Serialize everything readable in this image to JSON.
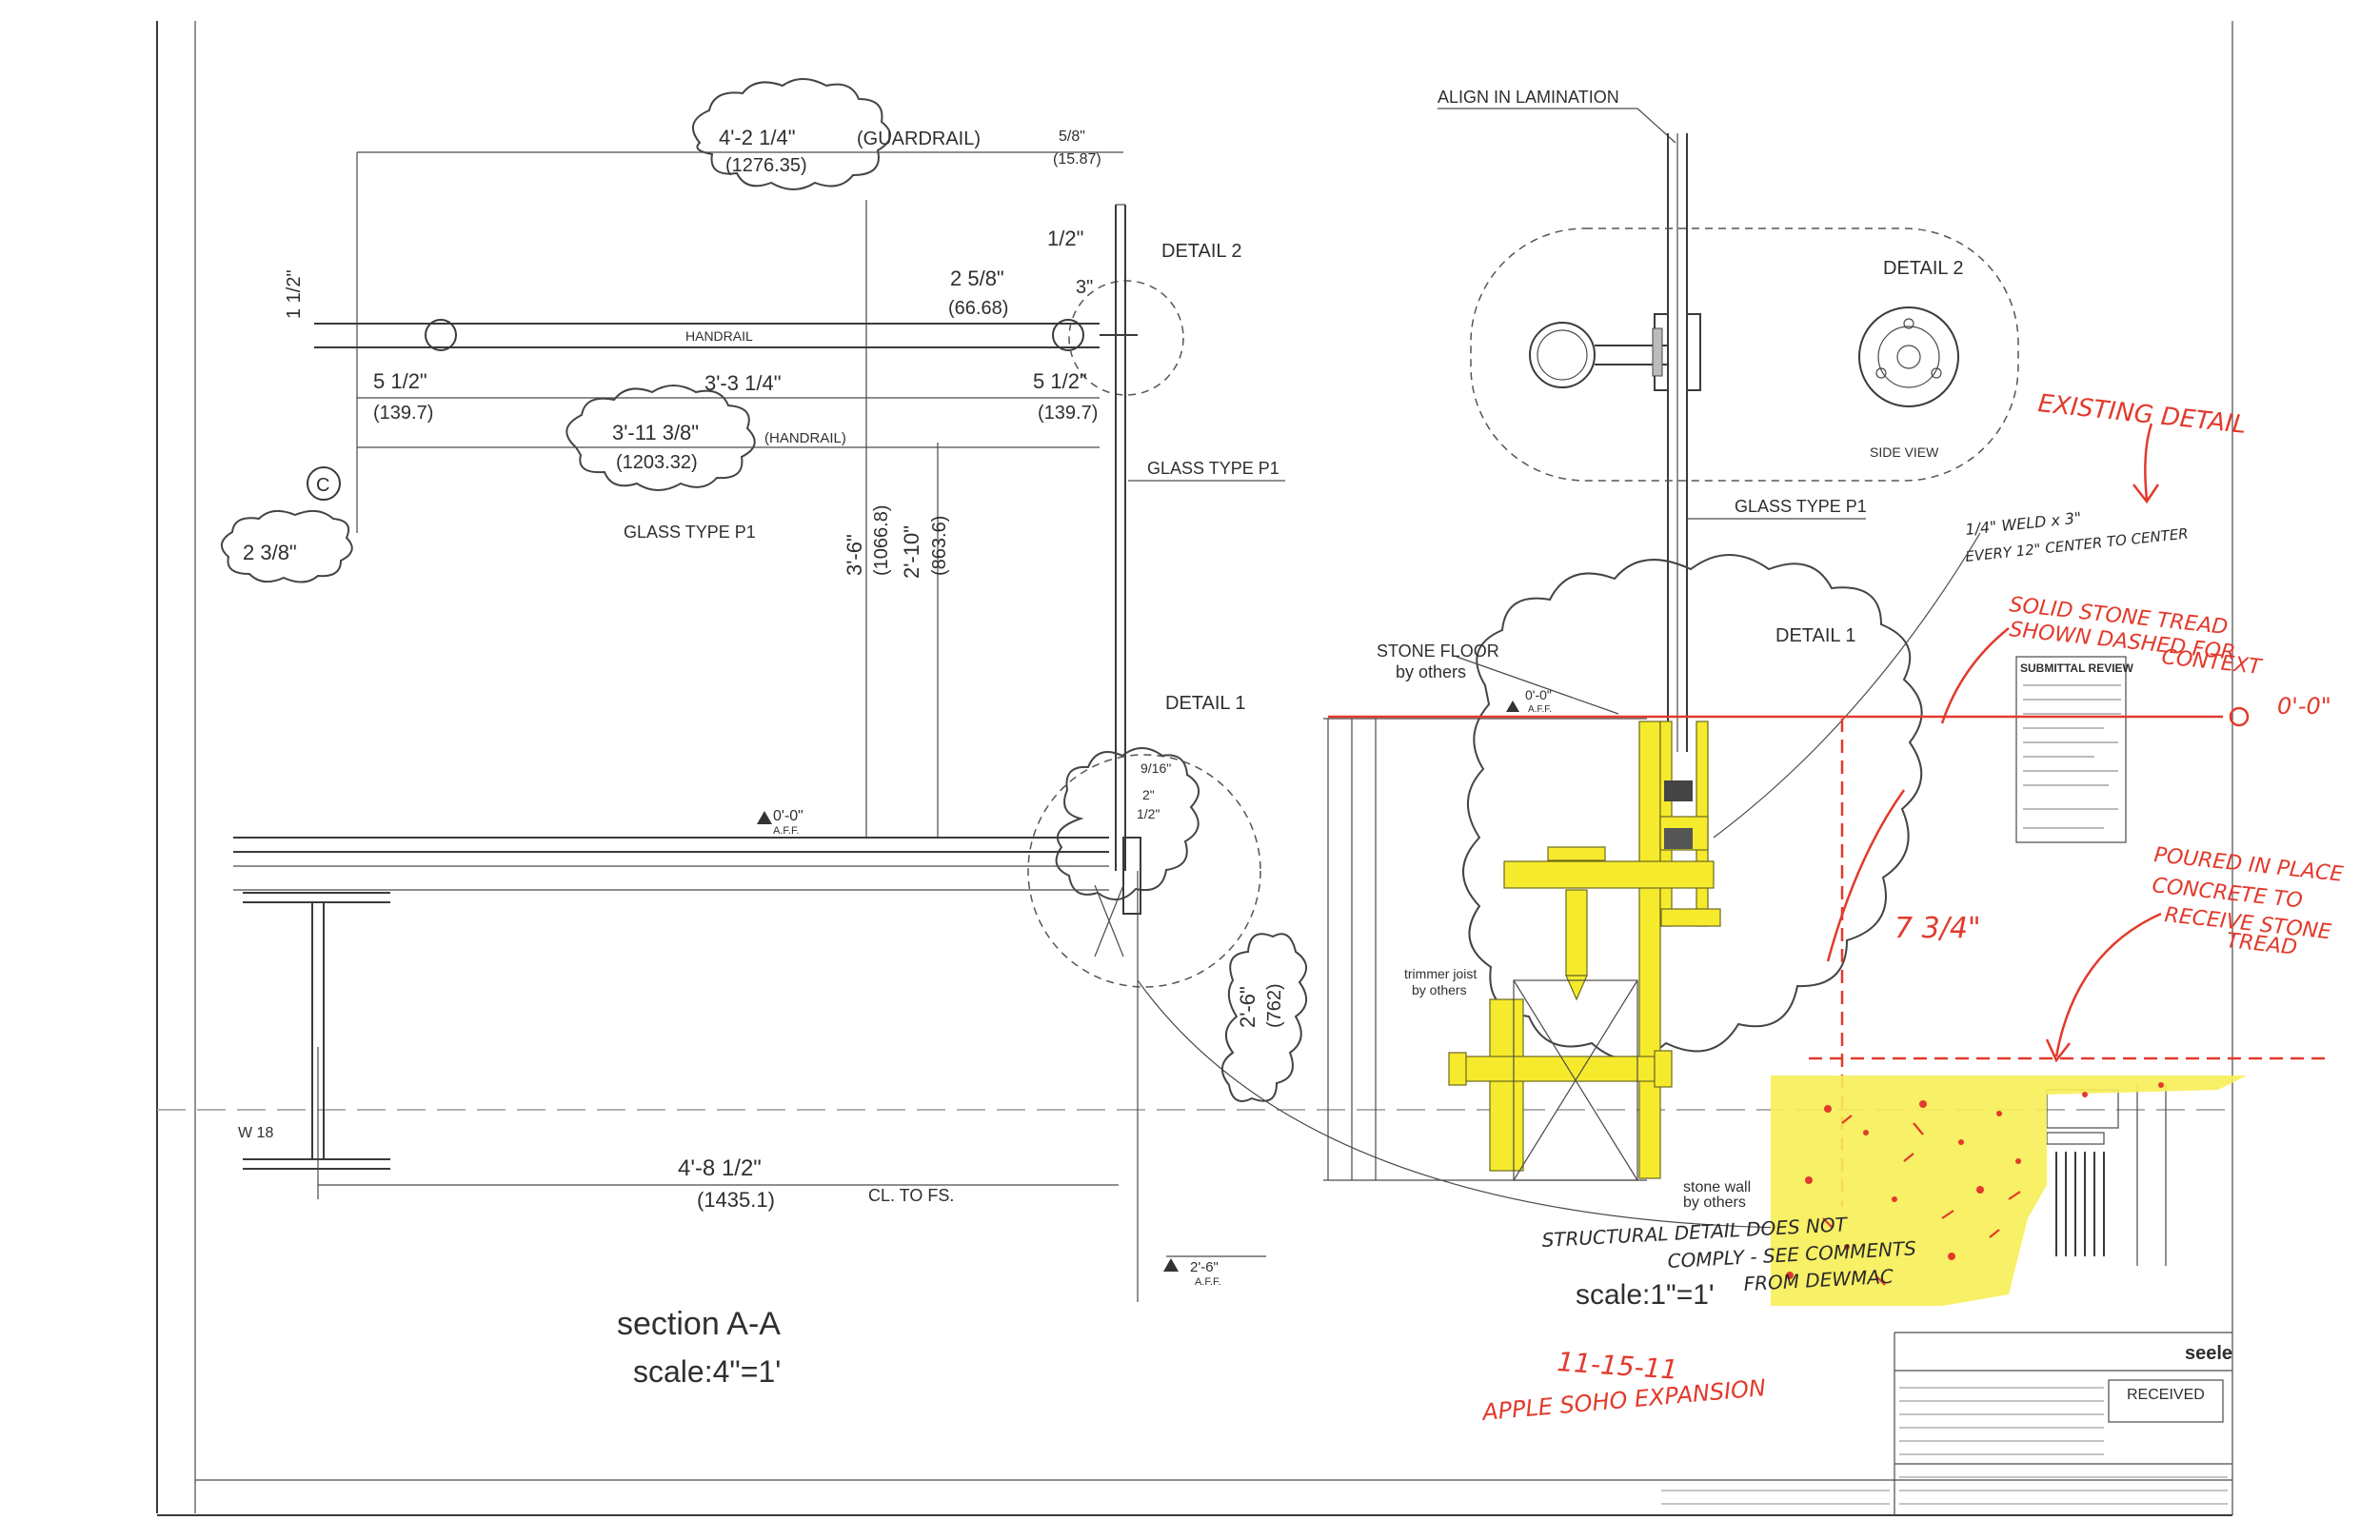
{
  "left_view": {
    "guardrail_dim": "4'-2 1/4\"",
    "guardrail_metric": "(1276.35)",
    "guardrail_label": "(GUARDRAIL)",
    "top_5_8": "5/8\"",
    "top_5_8_metric": "(15.87)",
    "handrail_height": "1 1/2\"",
    "half_inch": "1/2\"",
    "three_inch": "3\"",
    "dim_2_5_8": "2 5/8\"",
    "dim_2_5_8_metric": "(66.68)",
    "detail2_label": "DETAIL 2",
    "handrail_label": "HANDRAIL",
    "left_5_1_2": "5 1/2\"",
    "left_5_1_2_metric": "(139.7)",
    "mid_3_3_1_4": "3'-3 1/4\"",
    "right_5_1_2": "5 1/2\"",
    "right_5_1_2_metric": "(139.7)",
    "handrail_span": "3'-11 3/8\"",
    "handrail_span_metric": "(1203.32)",
    "handrail_span_label": "(HANDRAIL)",
    "grid_c": "C",
    "dim_2_3_8": "2 3/8\"",
    "glass_label": "GLASS TYPE P1",
    "glass_label_right": "GLASS TYPE P1",
    "v_3_6": "3'-6\"",
    "v_3_6_metric": "(1066.8)",
    "v_2_10": "2'-10\"",
    "v_2_10_metric": "(863.6)",
    "detail1_label": "DETAIL 1",
    "dim_9_16": "9/16\"",
    "dim_2": "2\"",
    "dim_1_2": "1/2\"",
    "level_0": "0'-0\"",
    "level_0_aff": "A.F.F.",
    "beam_label": "W 18",
    "span_dim": "4'-8 1/2\"",
    "span_metric": "(1435.1)",
    "cl_label": "CL. TO FS.",
    "v_2_6": "2'-6\"",
    "v_2_6_metric": "(762)",
    "level_2_6": "2'-6\"",
    "level_2_6_aff": "A.F.F.",
    "section_title": "section A-A",
    "section_scale": "scale:4\"=1'"
  },
  "right_view": {
    "align_label": "ALIGN IN LAMINATION",
    "detail2_title": "DETAIL 2",
    "side_view": "SIDE VIEW",
    "glass_label": "GLASS TYPE P1",
    "stone_floor": "STONE FLOOR",
    "stone_floor_by": "by others",
    "detail1_title": "DETAIL 1",
    "level_0": "0'-0\"",
    "level_0_aff": "A.F.F.",
    "trimmer": "trimmer joist",
    "trimmer_by": "by others",
    "stone_wall": "stone wall",
    "stone_wall_by": "by others",
    "scale": "scale:1\"=1'"
  },
  "markup": {
    "existing": "EXISTING DETAIL",
    "weld_note_1": "1/4\" WELD x 3\"",
    "weld_note_2": "EVERY 12\" CENTER TO CENTER",
    "solid_1": "SOLID STONE TREAD",
    "solid_2": "SHOWN DASHED FOR",
    "solid_3": "CONTEXT",
    "level": "0'-0\"",
    "poured_1": "POURED IN PLACE",
    "poured_2": "CONCRETE TO",
    "poured_3": "RECEIVE STONE",
    "poured_4": "TREAD",
    "seven_three_quarter": "7 3/4\"",
    "structural_1": "STRUCTURAL DETAIL DOES NOT",
    "structural_2": "COMPLY - SEE COMMENTS",
    "structural_3": "FROM DEWMAC",
    "date": "11-15-11",
    "project": "APPLE SOHO EXPANSION"
  },
  "stamp": {
    "title": "SUBMITTAL REVIEW"
  },
  "title_block": {
    "brand": "seele",
    "received": "RECEIVED"
  }
}
